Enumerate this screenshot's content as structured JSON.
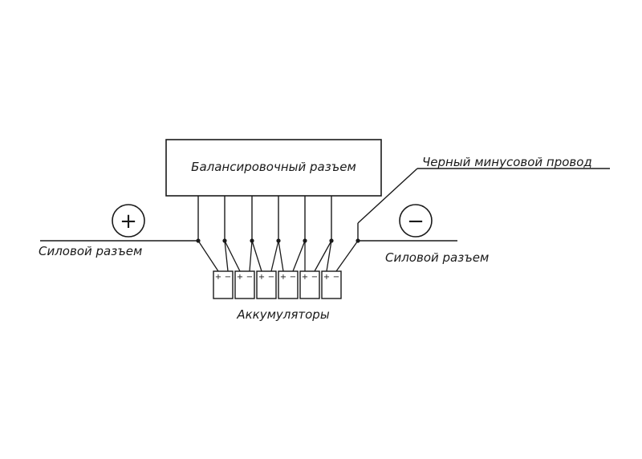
{
  "labels": {
    "balance_connector": "Балансировочный разъем",
    "black_minus_wire": "Черный минусовой провод",
    "power_connector_left": "Силовой разъем",
    "power_connector_right": "Силовой разъем",
    "batteries": "Аккумуляторы"
  },
  "symbols": {
    "plus": "+",
    "minus": "−",
    "cell_plus": "+",
    "cell_minus": "−"
  },
  "cells": [
    {
      "plus": "+",
      "minus": "−"
    },
    {
      "plus": "+",
      "minus": "−"
    },
    {
      "plus": "+",
      "minus": "−"
    },
    {
      "plus": "+",
      "minus": "−"
    },
    {
      "plus": "+",
      "minus": "−"
    },
    {
      "plus": "+",
      "minus": "−"
    }
  ],
  "colors": {
    "line": "#1a1a1a",
    "background": "#ffffff"
  }
}
